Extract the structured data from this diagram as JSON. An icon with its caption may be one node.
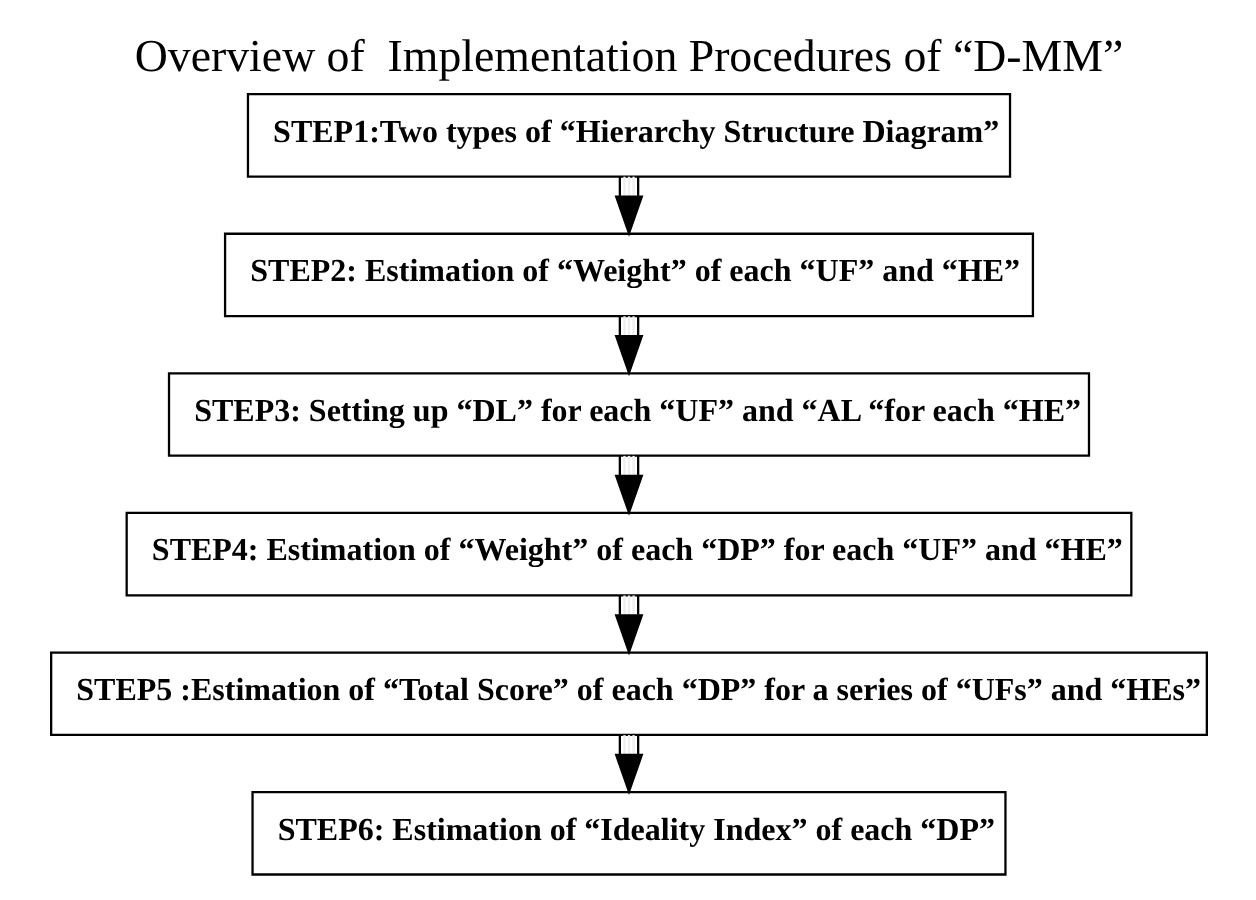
{
  "diagram": {
    "title": "Overview of  Implementation Procedures of “D-MM”",
    "nodes": [
      {
        "text": [
          "STEP1:Two types of “Hierarchy Structure Diagram”"
        ]
      },
      {
        "text": [
          "STEP2: Estimation of “Weight” of each “UF” and “HE”"
        ]
      },
      {
        "text": [
          "STEP3: Setting up “DL” for each “UF” and “AL “for each “HE”"
        ]
      },
      {
        "text": [
          "STEP4: Estimation of “Weight” of each “DP” for each “UF” and “HE”"
        ]
      },
      {
        "text": [
          "STEP5 :Estimation of “Total Score” of each “DP” for a series of “UFs” and “HEs”"
        ]
      },
      {
        "text": [
          "STEP6: Estimation of “Ideality Index” of each “DP”"
        ]
      }
    ],
    "edges": [
      {
        "from": 0,
        "to": 1,
        "arrow": "to"
      },
      {
        "from": 1,
        "to": 2,
        "arrow": "to"
      },
      {
        "from": 2,
        "to": 3,
        "arrow": "to"
      },
      {
        "from": 3,
        "to": 4,
        "arrow": "to"
      },
      {
        "from": 4,
        "to": 5,
        "arrow": "to"
      }
    ]
  }
}
